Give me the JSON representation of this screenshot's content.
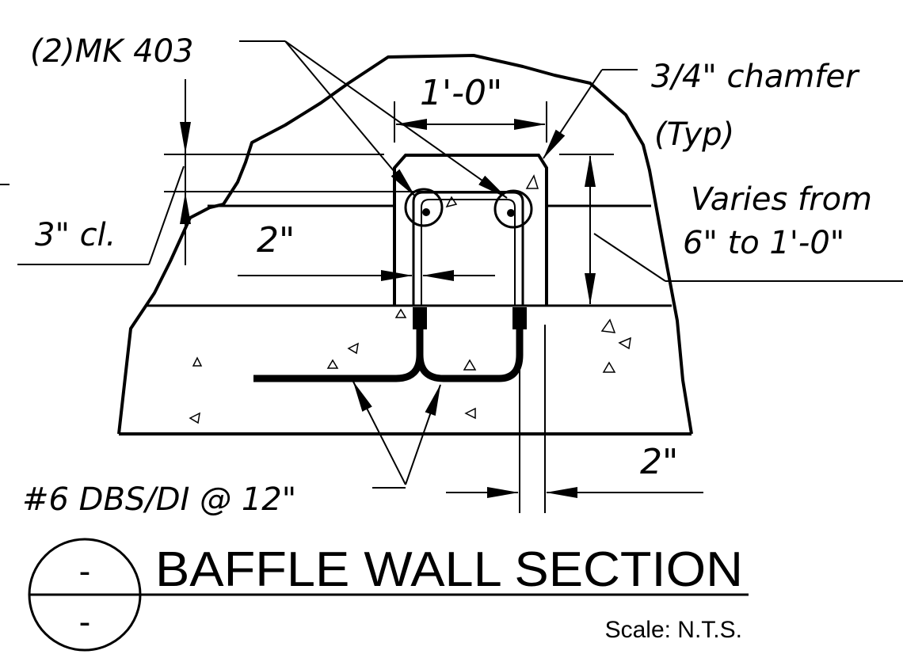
{
  "labels": {
    "mk_403": "(2)MK 403",
    "chamfer_line1": "3/4\" chamfer",
    "chamfer_line2": "(Typ)",
    "top_width": "1'-0\"",
    "varies_line1": "Varies from",
    "varies_line2": "6\" to 1'-0\"",
    "clear_cover": "3\" cl.",
    "inner_two_inch": "2\"",
    "right_two_inch": "2\"",
    "dbs_di": "#6 DBS/DI @ 12\""
  },
  "title_block": {
    "title": "BAFFLE WALL SECTION",
    "scale": "Scale: N.T.S.",
    "detail_number": "-",
    "sheet_number": "-"
  }
}
